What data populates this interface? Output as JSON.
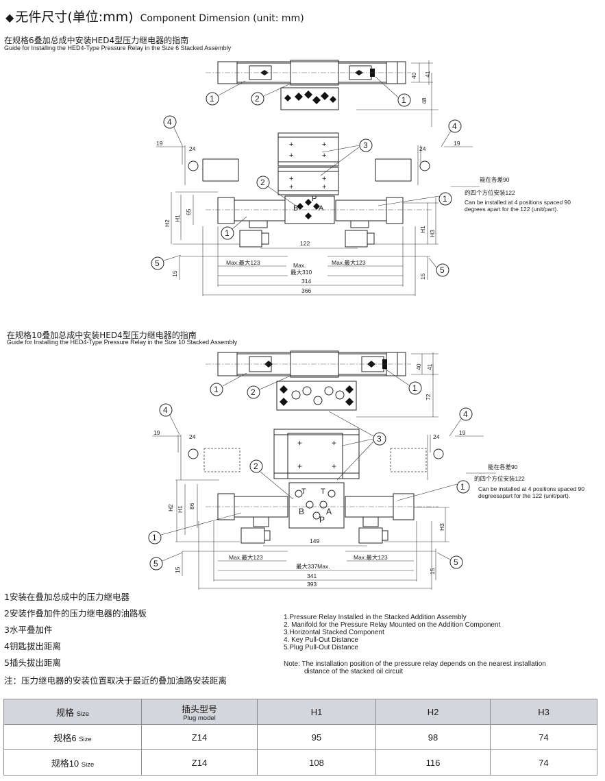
{
  "title": {
    "marker": "◆",
    "cn": "无件尺寸(单位:mm)",
    "en": "Component Dimension (unit: mm)"
  },
  "size6": {
    "heading_cn": "在规格6叠加总成中安装HED4型压力继电器的指南",
    "heading_en": "Guide for Installing the HED4-Type Pressure Relay in the Size 6 Stacked Assembly",
    "callouts": {
      "c1": "1",
      "c2": "2",
      "c3": "3",
      "c4": "4",
      "c5": "5"
    },
    "ports": {
      "p": "P",
      "b": "B",
      "a": "A"
    },
    "dims": {
      "d40": "40",
      "d41": "41",
      "d48": "48",
      "d19": "19",
      "d24": "24",
      "d65": "65",
      "h1": "H1",
      "h2": "H2",
      "h3": "H3",
      "d122": "122",
      "d15": "15",
      "max123": "Max.最大123",
      "max_label": "Max.",
      "max310": "最大310",
      "d314": "314",
      "d366": "366"
    },
    "note_cn1": "能在各差90",
    "note_cn2": "的四个方位安装122",
    "note_en1": "Can be installed at 4 positions spaced 90",
    "note_en2": "degrees apart for the 122 (unit/part)."
  },
  "size10": {
    "heading_cn": "在规格10叠加总成中安装HED4型压力继电器的指南",
    "heading_en": "Guide for Installing the HED4-Type Pressure Relay in the Size 10 Stacked Assembly",
    "callouts": {
      "c1": "1",
      "c2": "2",
      "c3": "3",
      "c4": "4",
      "c5": "5"
    },
    "ports": {
      "p": "P",
      "b": "B",
      "a": "A",
      "t": "T"
    },
    "dims": {
      "d40": "40",
      "d41": "41",
      "d72": "72",
      "d19": "19",
      "d24": "24",
      "d86": "86",
      "h1": "H1",
      "h2": "H2",
      "h3": "H3",
      "d149": "149",
      "d15": "15",
      "max123": "Max.最大123",
      "max337": "最大337Max.",
      "d341": "341",
      "d393": "393"
    },
    "note_cn1": "能在各差90",
    "note_cn2": "的四个方位安装122",
    "note_en1": "Can be installed at 4 positions spaced 90",
    "note_en2": "degreesapart for the 122 (unit/part)."
  },
  "legend_cn": [
    "1安装在叠加总成中的压力继电器",
    "2安装作叠加件的压力继电器的油路板",
    "3水平叠加件",
    "4钥匙拔出距离",
    "5插头拔出距离"
  ],
  "note_cn": "注：压力继电器的安装位置取决于最近的叠加油路安装距离",
  "legend_en": [
    "1.Pressure Relay Installed in the Stacked Addition Assembly",
    "2. Manifold for the Pressure Relay Mounted on the Addition Component",
    "3.Horizontal Stacked Component",
    "4. Key Pull-Out Distance",
    "5.Plug Pull-Out Distance"
  ],
  "note_en1": "Note: The installation position of the pressure relay depends on the nearest installation",
  "note_en2": "distance of the stacked oil circuit",
  "table": {
    "headers": [
      {
        "cn": "规格",
        "en": "Size"
      },
      {
        "cn": "插头型号",
        "en": "Plug model"
      },
      {
        "cn": "H1",
        "en": ""
      },
      {
        "cn": "H2",
        "en": ""
      },
      {
        "cn": "H3",
        "en": ""
      }
    ],
    "rows": [
      {
        "size_cn": "规格6",
        "size_en": "Size",
        "plug": "Z14",
        "h1": "95",
        "h2": "98",
        "h3": "74"
      },
      {
        "size_cn": "规格10",
        "size_en": "Size",
        "plug": "Z14",
        "h1": "108",
        "h2": "116",
        "h3": "74"
      }
    ]
  }
}
